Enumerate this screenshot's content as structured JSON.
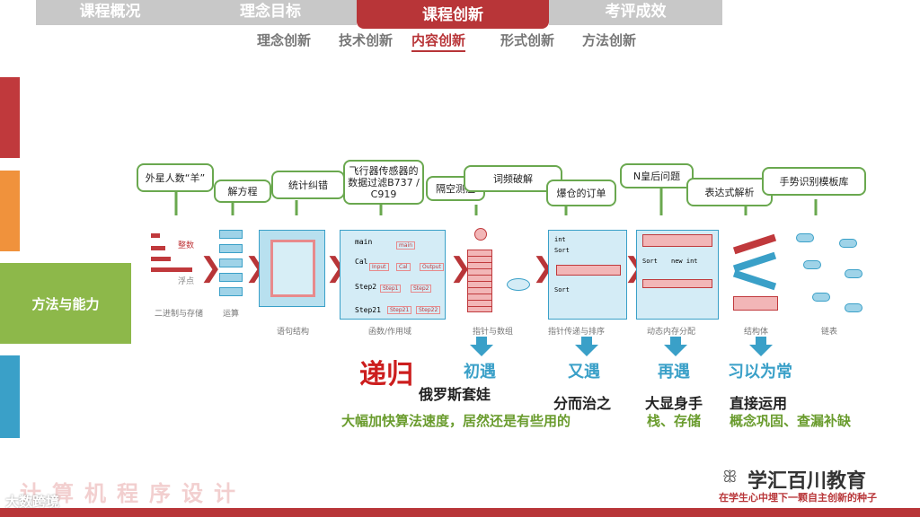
{
  "tabs": [
    "课程概况",
    "理念目标",
    "课程创新",
    "考评成效"
  ],
  "subtabs": [
    "理念创新",
    "技术创新",
    "内容创新",
    "形式创新",
    "方法创新"
  ],
  "sidebar": {
    "label": "方法与能力"
  },
  "topics": [
    "外星人数“羊”",
    "解方程",
    "统计纠错",
    "飞行器传感器的数据过滤B737 / C919",
    "隔空测温",
    "词频破解",
    "爆仓的订单",
    "N皇后问题",
    "表达式解析",
    "手势识别模板库"
  ],
  "panels": {
    "p1_a": "整数",
    "p1_b": "浮点",
    "p1_cap": "二进制与存储",
    "p2_cap": "运算",
    "p3_cap": "语句结构",
    "p4_cap": "函数/作用域",
    "p4_main": "main",
    "p4_cal": "Cal",
    "p4_step2": "Step2",
    "p4_step21": "Step21",
    "p4_main2": "main",
    "p4_input": "Input",
    "p4_cal2": "Cal",
    "p4_output": "Output",
    "p4_step1": "Step1",
    "p4_step2b": "Step2",
    "p4_step21b": "Step21",
    "p4_step22": "Step22",
    "p5_cap": "指针与数组",
    "p6_cap": "指针传递与排序",
    "p6_line1": "int",
    "p6_line2": "Sort",
    "p6_line3": "Sort",
    "p7_cap": "动态内存分配",
    "p7_line1": "Sort",
    "p7_line2": "new int",
    "p8_cap": "结构体",
    "p9_cap": "链表"
  },
  "stages": [
    "初遇",
    "又遇",
    "再遇",
    "习以为常"
  ],
  "recursion": {
    "title": "递归",
    "sub": "俄罗斯套娃",
    "note": "大幅加快算法速度，居然还是有些用的"
  },
  "divide": "分而治之",
  "show1": "大显身手",
  "show2": "栈、存储",
  "direct1": "直接运用",
  "direct2": "概念巩固、查漏补缺",
  "footer": {
    "title": "计算机程序设计",
    "watermark": "大数跨境",
    "brand": "学汇百川教育",
    "slogan": "在学生心中埋下一颗自主创新的种子"
  },
  "colors": {
    "accent": "#b83538",
    "green": "#8db84a",
    "blue": "#3aa0c8",
    "orange": "#f0923c"
  }
}
